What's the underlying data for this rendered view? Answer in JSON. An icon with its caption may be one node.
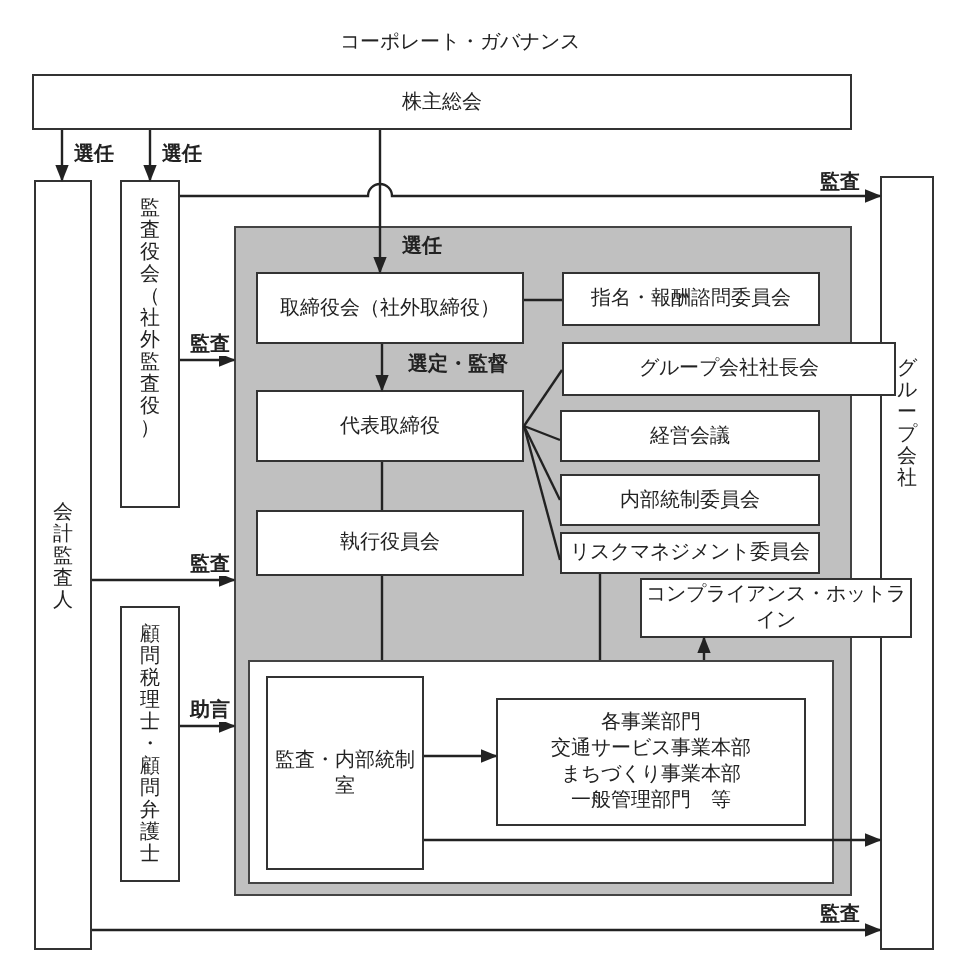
{
  "diagram": {
    "title": "コーポレート・ガバナンス",
    "nodes": [
      {
        "text": [
          "株主総会"
        ]
      },
      {
        "text": [
          "会計監査人"
        ]
      },
      {
        "text": [
          "監査役会（社外監査役）"
        ]
      },
      {
        "text": [],
        "shape": "box"
      },
      {
        "text": [
          "取締役会（社外取締役）"
        ],
        "in": 3
      },
      {
        "text": [
          "指名・報酬諮問委員会"
        ],
        "in": 3
      },
      {
        "text": [
          "代表取締役"
        ],
        "in": 3
      },
      {
        "text": [
          "グループ会社社長会"
        ]
      },
      {
        "text": [
          "経営会議"
        ],
        "in": 3
      },
      {
        "text": [
          "内部統制委員会"
        ],
        "in": 3
      },
      {
        "text": [
          "執行役員会"
        ],
        "in": 3
      },
      {
        "text": [
          "リスクマネジメント委員会"
        ],
        "in": 3
      },
      {
        "text": [
          "コンプライアンス・ホットライン"
        ]
      },
      {
        "text": [
          "顧問税理士・顧問弁護士"
        ]
      },
      {
        "text": [],
        "shape": "box",
        "in": 3
      },
      {
        "text": [
          "監査・内部統制室"
        ],
        "in": 14
      },
      {
        "text": [
          "各事業部門",
          "交通サービス事業本部",
          "まちづくり事業本部",
          "一般管理部門　等"
        ],
        "in": 14
      },
      {
        "text": [
          "グループ会社"
        ]
      }
    ],
    "edges": [
      {
        "from": 0,
        "to": 1,
        "arrow": "to",
        "label": "選任"
      },
      {
        "from": 0,
        "to": 2,
        "arrow": "to",
        "label": "選任"
      },
      {
        "from": 0,
        "to": 4,
        "arrow": "to",
        "label": "選任"
      },
      {
        "from": 2,
        "to": 17,
        "arrow": "to",
        "label": "監査"
      },
      {
        "from": 2,
        "to": 3,
        "arrow": "to",
        "label": "監査"
      },
      {
        "from": 1,
        "to": 3,
        "arrow": "to",
        "label": "監査"
      },
      {
        "from": 13,
        "to": 3,
        "arrow": "to",
        "label": "助言"
      },
      {
        "from": 1,
        "to": 17,
        "arrow": "to",
        "label": "監査"
      },
      {
        "from": 4,
        "to": 6,
        "arrow": "to",
        "label": "選定・監督"
      },
      {
        "from": 4,
        "to": 5,
        "arrow": "none"
      },
      {
        "from": 6,
        "to": 7,
        "arrow": "none"
      },
      {
        "from": 6,
        "to": 8,
        "arrow": "none"
      },
      {
        "from": 6,
        "to": 9,
        "arrow": "none"
      },
      {
        "from": 6,
        "to": 11,
        "arrow": "none"
      },
      {
        "from": 6,
        "to": 10,
        "arrow": "none"
      },
      {
        "from": 10,
        "to": 14,
        "arrow": "none"
      },
      {
        "from": 11,
        "to": 14,
        "arrow": "none"
      },
      {
        "from": 14,
        "to": 12,
        "arrow": "to"
      },
      {
        "from": 15,
        "to": 16,
        "arrow": "to"
      },
      {
        "from": 15,
        "to": 17,
        "arrow": "to"
      }
    ]
  }
}
